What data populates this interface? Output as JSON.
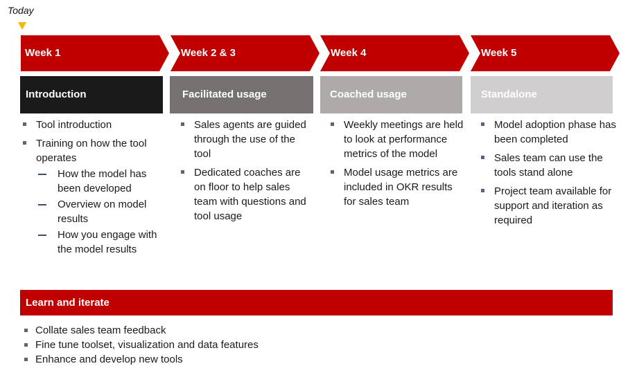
{
  "today": {
    "label": "Today",
    "marker_color": "#f5b800"
  },
  "colors": {
    "accent_red": "#c00000",
    "phase_1": "#1a1a1a",
    "phase_2": "#767171",
    "phase_3": "#aeaaaa",
    "phase_4": "#d0cece"
  },
  "weeks": [
    {
      "label": "Week 1"
    },
    {
      "label": "Week 2 & 3"
    },
    {
      "label": "Week 4"
    },
    {
      "label": "Week 5"
    }
  ],
  "phases": [
    {
      "title": "Introduction",
      "bullets": [
        {
          "text": "Tool introduction",
          "level": 1
        },
        {
          "text": "Training on how the tool operates",
          "level": 1
        },
        {
          "text": "How the model has been developed",
          "level": 2
        },
        {
          "text": "Overview on model results",
          "level": 2
        },
        {
          "text": "How you engage with the model results",
          "level": 2
        }
      ]
    },
    {
      "title": "Facilitated usage",
      "bullets": [
        {
          "text": "Sales agents are guided through the use of the tool",
          "level": 1
        },
        {
          "text": "Dedicated coaches are on floor to help sales team with questions and tool usage",
          "level": 1
        }
      ]
    },
    {
      "title": "Coached usage",
      "bullets": [
        {
          "text": "Weekly meetings are held to look at performance metrics of the model",
          "level": 1
        },
        {
          "text": "Model usage metrics are included in OKR results for sales team",
          "level": 1
        }
      ]
    },
    {
      "title": "Standalone",
      "bullets": [
        {
          "text": "Model adoption phase has been completed",
          "level": 1
        },
        {
          "text": "Sales team can use the tools stand alone",
          "level": 1
        },
        {
          "text": "Project team available for support and iteration as required",
          "level": 1
        }
      ]
    }
  ],
  "learn": {
    "title": "Learn and iterate",
    "bullets": [
      "Collate sales team feedback",
      "Fine tune toolset, visualization and data features",
      "Enhance and develop new tools"
    ]
  }
}
